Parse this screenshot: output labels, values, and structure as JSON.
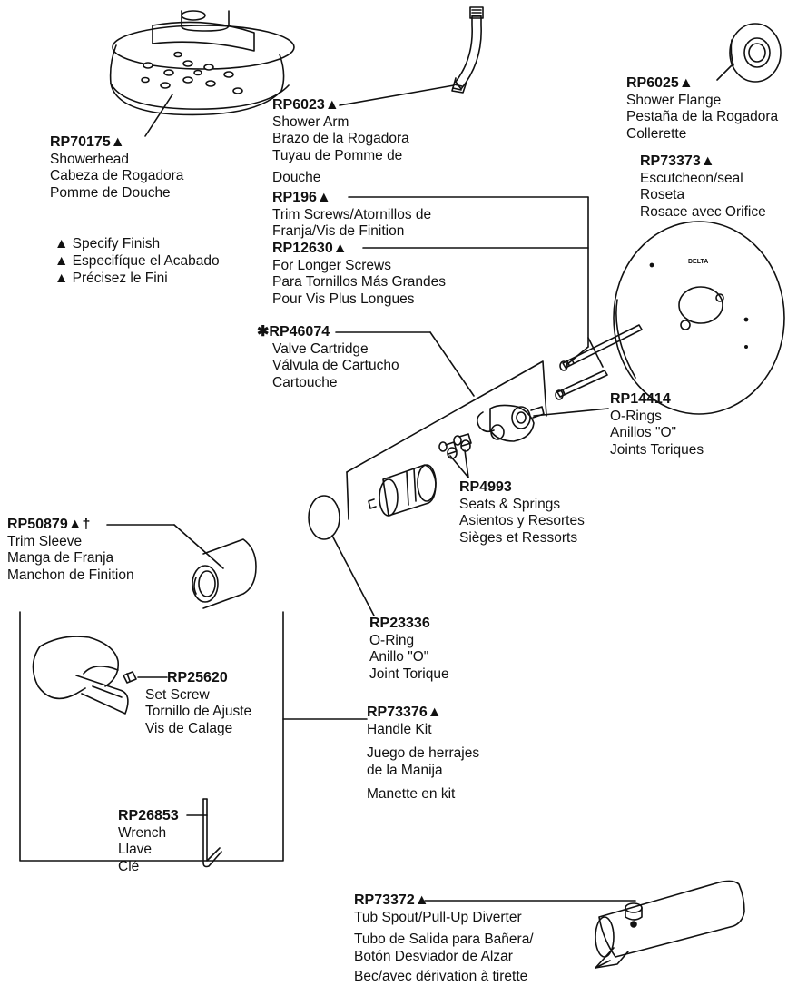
{
  "legend": {
    "en": "▲ Specify Finish",
    "es": "▲ Especifíque el Acabado",
    "fr": "▲ Précisez le Fini"
  },
  "parts": {
    "showerhead": {
      "code": "RP70175▲",
      "lines": [
        "Showerhead",
        "Cabeza de Rogadora",
        "Pomme de Douche"
      ]
    },
    "shower_arm": {
      "code": "RP6023▲",
      "lines": [
        "Shower Arm",
        "Brazo de la Rogadora",
        "Tuyau de Pomme de",
        "Douche"
      ]
    },
    "shower_flange": {
      "code": "RP6025▲",
      "lines": [
        "Shower Flange",
        "Pestaña de la Rogadora",
        "Collerette"
      ]
    },
    "escutcheon": {
      "code": "RP73373▲",
      "lines": [
        "Escutcheon/seal",
        "Roseta",
        "Rosace avec Orifice"
      ]
    },
    "trim_screws": {
      "code": "RP196▲",
      "lines": [
        "Trim Screws/Atornillos de",
        "Franja/Vis de Finition"
      ]
    },
    "longer_screws": {
      "code": "RP12630▲",
      "lines": [
        "For Longer Screws",
        "Para Tornillos Más Grandes",
        "Pour Vis Plus Longues"
      ]
    },
    "valve_cartridge": {
      "code": "✱RP46074",
      "lines": [
        "Valve Cartridge",
        "Válvula de Cartucho",
        "Cartouche"
      ]
    },
    "o_rings": {
      "code": "RP14414",
      "lines": [
        "O-Rings",
        "Anillos \"O\"",
        "Joints Toriques"
      ]
    },
    "seats_springs": {
      "code": "RP4993",
      "lines": [
        "Seats & Springs",
        "Asientos y Resortes",
        "Sièges et Ressorts"
      ]
    },
    "trim_sleeve": {
      "code": "RP50879▲†",
      "lines": [
        "Trim Sleeve",
        "Manga de Franja",
        "Manchon de Finition"
      ]
    },
    "o_ring": {
      "code": "RP23336",
      "lines": [
        "O-Ring",
        "Anillo \"O\"",
        "Joint Torique"
      ]
    },
    "set_screw": {
      "code": "RP25620",
      "lines": [
        "Set Screw",
        "Tornillo de Ajuste",
        "Vis de Calage"
      ]
    },
    "handle_kit": {
      "code": "RP73376▲",
      "lines": [
        "Handle Kit",
        "Juego de herrajes",
        "de la Manija",
        "Manette en kit"
      ]
    },
    "wrench": {
      "code": "RP26853",
      "lines": [
        "Wrench",
        "Llave",
        "Clé"
      ]
    },
    "tub_spout": {
      "code": "RP73372▲",
      "lines": [
        "Tub Spout/Pull-Up Diverter",
        "Tubo de Salida para Bañera/",
        "Botón Desviador de Alzar",
        "Bec/avec dérivation à tirette"
      ]
    }
  },
  "colors": {
    "ink": "#111111",
    "paper": "#ffffff"
  }
}
